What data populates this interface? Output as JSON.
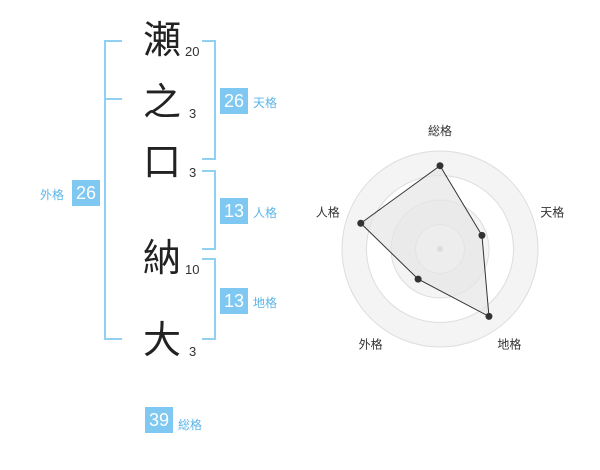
{
  "name": {
    "chars": [
      {
        "char": "瀬",
        "strokes": "20"
      },
      {
        "char": "之",
        "strokes": "3"
      },
      {
        "char": "口",
        "strokes": "3"
      },
      {
        "char": "納",
        "strokes": "10"
      },
      {
        "char": "大",
        "strokes": "3"
      }
    ]
  },
  "kaku": {
    "tenkaku": {
      "value": "26",
      "label": "天格"
    },
    "jinkaku": {
      "value": "13",
      "label": "人格"
    },
    "chikaku": {
      "value": "13",
      "label": "地格"
    },
    "gaikaku": {
      "value": "26",
      "label": "外格"
    },
    "soukaku": {
      "value": "39",
      "label": "総格"
    }
  },
  "chart_data": {
    "type": "radar",
    "axes": [
      "総格",
      "天格",
      "地格",
      "外格",
      "人格"
    ],
    "values": [
      0.85,
      0.45,
      0.85,
      0.38,
      0.85
    ],
    "rings": 4,
    "colors": {
      "fill": "#e6e6e6",
      "line": "#333333",
      "ring": "#dddddd",
      "ring_fill": "#f4f4f4"
    }
  }
}
